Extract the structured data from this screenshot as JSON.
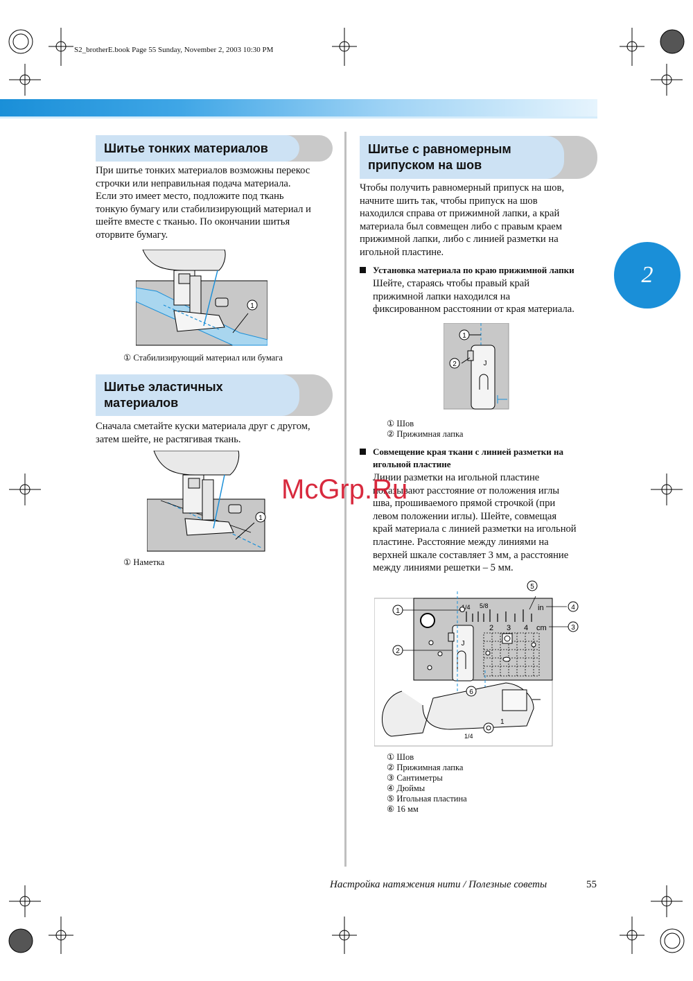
{
  "header": {
    "file_info": "S2_brotherE.book  Page 55  Sunday, November 2, 2003  10:30 PM"
  },
  "chapter_number": "2",
  "watermark": "McGrp.Ru",
  "left": {
    "thin": {
      "title": "Шитье тонких материалов",
      "lines": [
        "При шитье тонких материалов возможны перекос",
        "строчки или неправильная подача материала.",
        "Если это имеет место, подложите под ткань",
        "тонкую бумагу или стабилизирующий материал и",
        "шейте вместе с тканью. По окончании шитья",
        "оторвите бумагу."
      ],
      "callout": "1",
      "caption": {
        "num": "①",
        "text": "Стабилизирующий материал или бумага"
      }
    },
    "elastic": {
      "title_line1": "Шитье эластичных",
      "title_line2": "материалов",
      "lines": [
        "Сначала сметайте куски материала друг с другом,",
        "затем шейте, не растягивая ткань."
      ],
      "callout": "1",
      "caption": {
        "num": "①",
        "text": "Наметка"
      }
    }
  },
  "right": {
    "title_line1": "Шитье с равномерным",
    "title_line2": "припуском на шов",
    "intro": [
      "Чтобы получить равномерный припуск на шов,",
      "начните шить так, чтобы припуск на шов",
      "находился справа от прижимной лапки, а край",
      "материала был совмещен либо с правым краем",
      "прижимной лапки, либо с линией разметки на",
      "игольной пластине."
    ],
    "bullet1": {
      "head": "Установка материала по краю прижимной лапки",
      "lines": [
        "Шейте, стараясь чтобы правый край",
        "прижимной лапки находился на",
        "фиксированном расстоянии от края материала."
      ],
      "fig": {
        "n1": "1",
        "n2": "2",
        "foot_letter": "J"
      },
      "captions": [
        {
          "num": "①",
          "text": "Шов"
        },
        {
          "num": "②",
          "text": "Прижимная лапка"
        }
      ]
    },
    "bullet2": {
      "head_line1": "Совмещение края ткани с линией разметки на",
      "head_line2": "игольной пластине",
      "lines": [
        "Линии разметки на игольной пластине",
        "показывают расстояние от положения иглы",
        "шва, прошиваемого прямой строчкой (при",
        "левом положении иглы). Шейте, совмещая",
        "край материала с линией разметки на игольной",
        "пластине. Расстояние между линиями на",
        "верхней шкале составляет 3 мм, а расстояние",
        "между линиями решетки – 5 мм."
      ],
      "fig": {
        "n1": "1",
        "n2": "2",
        "n3": "3",
        "n4": "4",
        "n5": "5",
        "n6": "6",
        "scale_in": "in",
        "scale_cm": "cm",
        "tick_quarter": "1/4",
        "tick_58": "5/8",
        "cm2": "2",
        "cm3": "3",
        "cm4": "4",
        "in1": "1",
        "foot_letter": "J"
      },
      "captions": [
        {
          "num": "①",
          "text": "Шов"
        },
        {
          "num": "②",
          "text": "Прижимная лапка"
        },
        {
          "num": "③",
          "text": "Сантиметры"
        },
        {
          "num": "④",
          "text": "Дюймы"
        },
        {
          "num": "⑤",
          "text": "Игольная пластина"
        },
        {
          "num": "⑥",
          "text": "16 мм"
        }
      ]
    }
  },
  "footer": {
    "text": "Настройка натяжения нити / Полезные советы",
    "page": "55"
  }
}
